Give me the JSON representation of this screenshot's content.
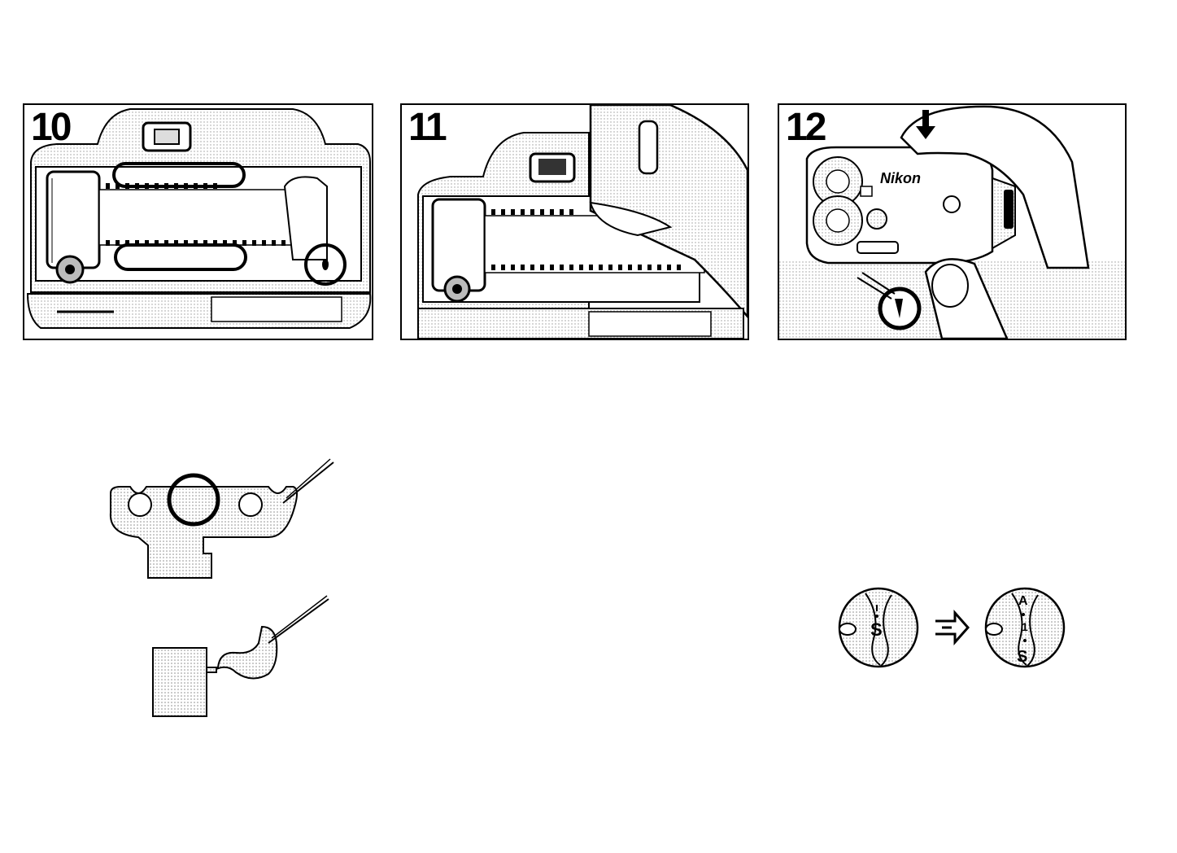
{
  "steps": [
    {
      "number": "10"
    },
    {
      "number": "11"
    },
    {
      "number": "12"
    }
  ],
  "camera": {
    "brand_logo": "Nikon"
  },
  "dial_before": {
    "mark": "S"
  },
  "dial_after": {
    "mark_top": "A",
    "mark_mid": "1",
    "mark_bottom": "S"
  },
  "icons": [
    "arrow-down-icon",
    "transition-arrow-icon",
    "highlight-circle-icon"
  ],
  "colors": {
    "ink": "#000000",
    "paper": "#ffffff",
    "screen": "#c8c8c8"
  }
}
